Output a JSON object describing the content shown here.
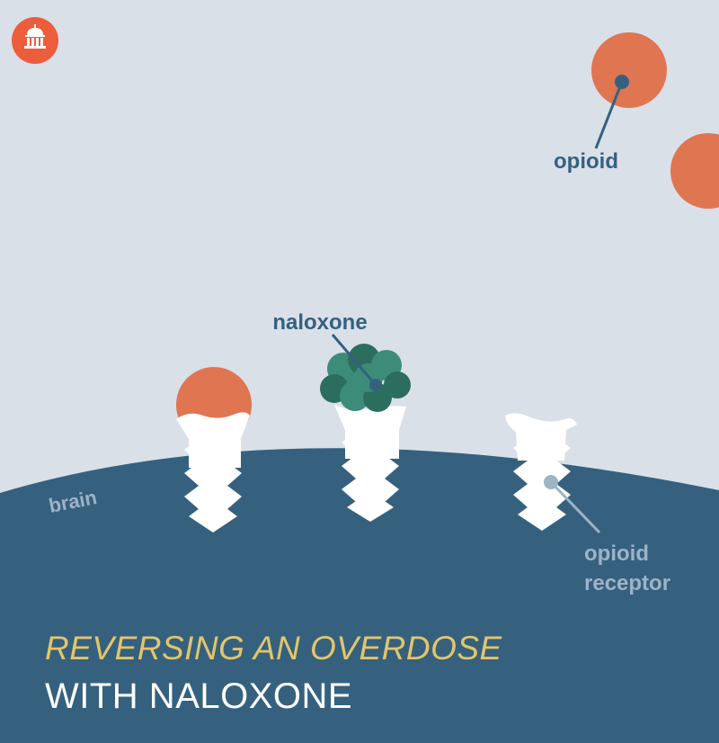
{
  "colors": {
    "background": "#d9e0e8",
    "brain": "#35617f",
    "opioid": "#e07552",
    "naloxone_light": "#3d8c7a",
    "naloxone_dark": "#2b6e5e",
    "label_dark": "#35617f",
    "label_light": "#9db3c6",
    "title_accent": "#e3c56a",
    "title_main": "#ffffff",
    "logo_bg": "#ec5d3c"
  },
  "logo": {
    "icon": "capitol-dome-icon"
  },
  "labels": {
    "opioid": "opioid",
    "naloxone": "naloxone",
    "brain": "brain",
    "receptor_line1": "opioid",
    "receptor_line2": "receptor"
  },
  "title": {
    "line1": "REVERSING AN OVERDOSE",
    "line2": "WITH NALOXONE"
  }
}
